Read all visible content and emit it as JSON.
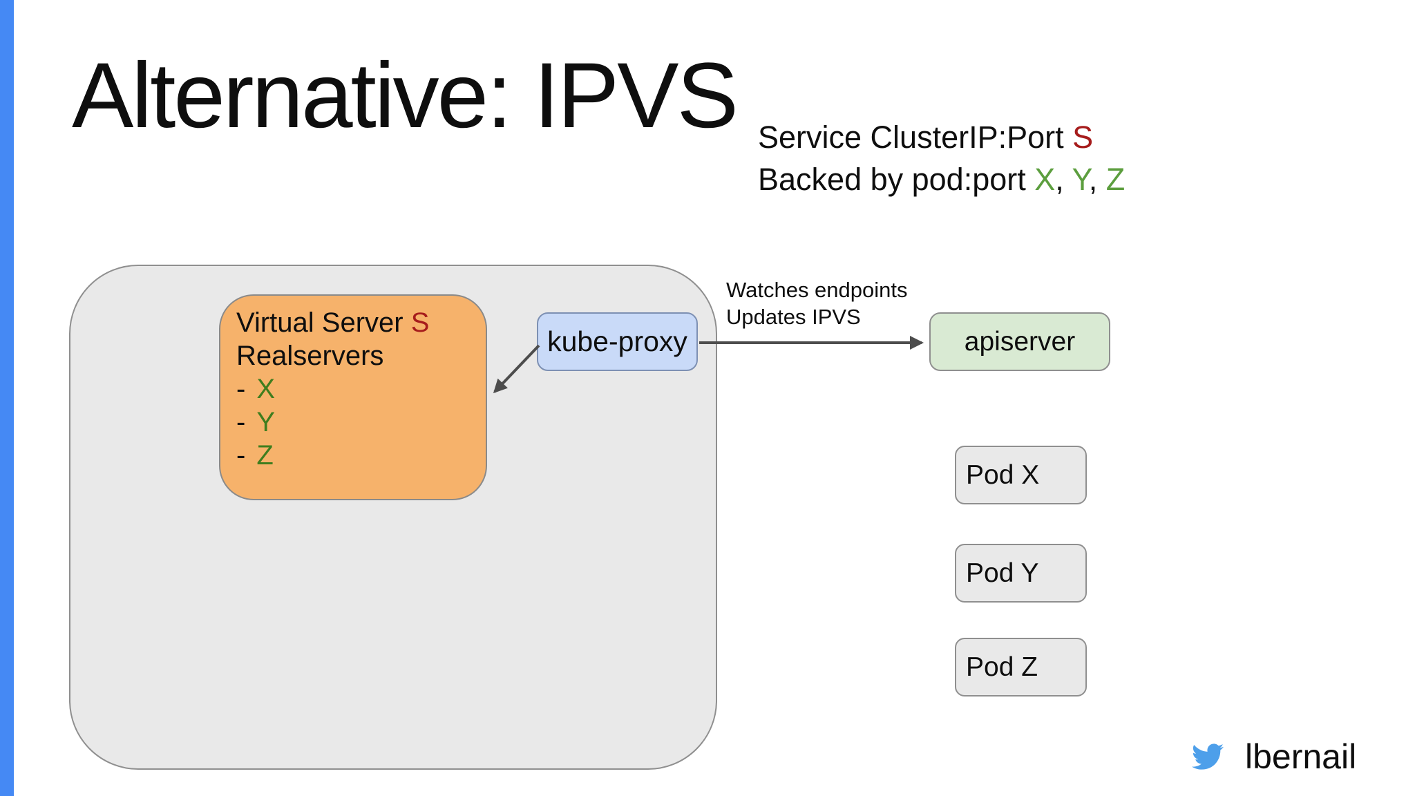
{
  "title": "Alternative: IPVS",
  "annotation": {
    "line1_prefix": "Service ClusterIP:Port ",
    "line1_highlight": "S",
    "line2_prefix": "Backed by pod:port ",
    "items": [
      "X",
      "Y",
      "Z"
    ],
    "separator": ", "
  },
  "node": {
    "virtual_server": {
      "title_prefix": "Virtual Server ",
      "title_highlight": "S",
      "line2": "Realservers",
      "item_dash": "-",
      "items": [
        "X",
        "Y",
        "Z"
      ]
    },
    "kube_proxy_label": "kube-proxy"
  },
  "apiserver_label": "apiserver",
  "arrow_label": {
    "line1": "Watches endpoints",
    "line2": "Updates IPVS"
  },
  "pods": [
    "Pod X",
    "Pod Y",
    "Pod Z"
  ],
  "footer": {
    "twitter_icon": "twitter-bird-icon",
    "twitter_handle": "lbernail"
  },
  "colors": {
    "accent-bar": "#4589f4",
    "text": "#0e0e0e",
    "red-highlight": "#a61c1c",
    "green-annotation": "#5c9e3e",
    "green-item": "#3f7d1e",
    "node-fill": "#e9e9e9",
    "node-border": "#8f8f8f",
    "orange-fill": "#f6b26b",
    "orange-border": "#8a8a8a",
    "kube-proxy-fill": "#c9daf8",
    "kube-proxy-border": "#7d90b3",
    "apiserver-fill": "#d9ead3",
    "arrow": "#4d4d4d",
    "twitter-blue": "#4d9fea"
  }
}
